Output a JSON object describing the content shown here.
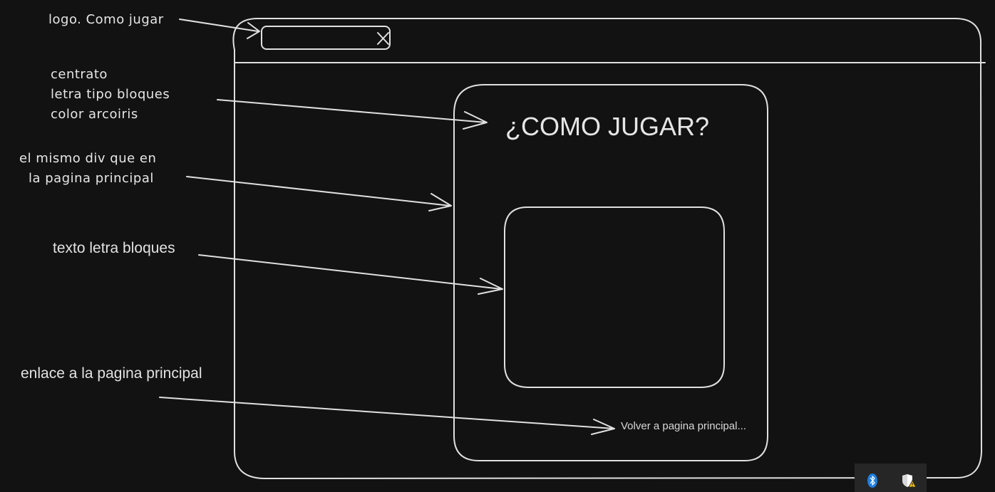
{
  "annotations": {
    "logo": "logo. Como jugar",
    "title_line_1": "centrato",
    "title_line_2": "letra tipo bloques",
    "title_line_3": "color arcoiris",
    "div_line_1": "el mismo div que en",
    "div_line_2": "la pagina principal",
    "text_block": "texto letra bloques",
    "link": "enlace a la pagina principal"
  },
  "page": {
    "title": "¿COMO JUGAR?",
    "back_link": "Volver a pagina principal..."
  },
  "colors": {
    "background": "#121212",
    "stroke": "#e0e0e0",
    "bluetooth": "#1e7fe0",
    "warning": "#f2c200"
  },
  "tray": {
    "icons": [
      "bluetooth-icon",
      "security-warning-icon"
    ]
  }
}
